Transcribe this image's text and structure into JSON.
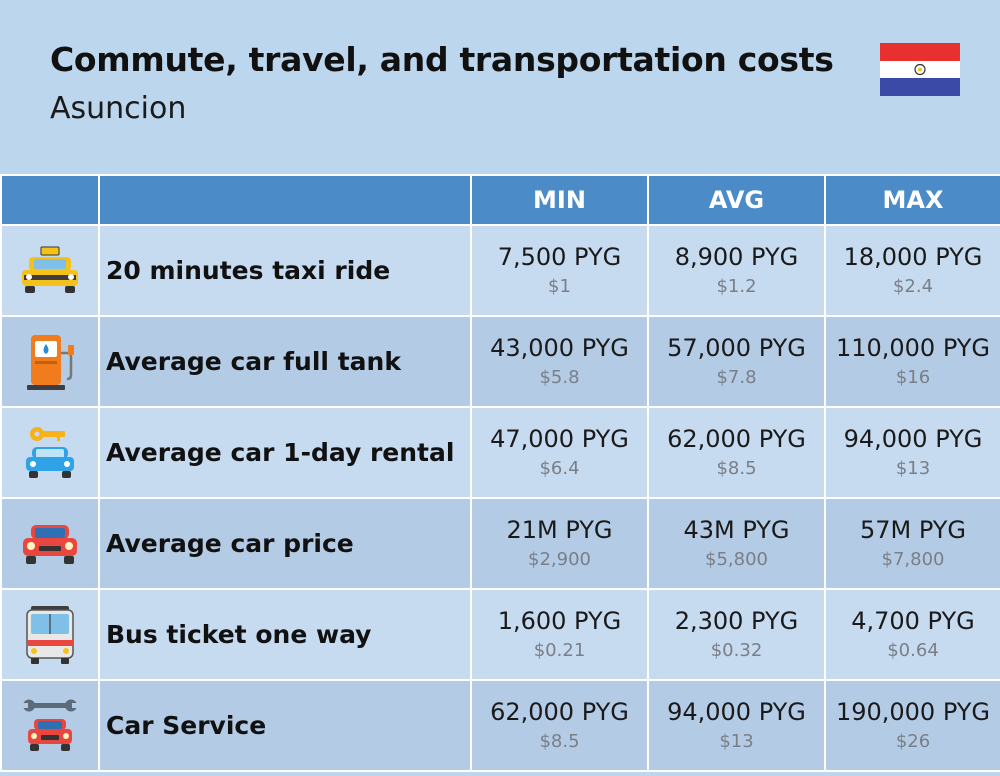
{
  "header": {
    "title": "Commute, travel, and transportation costs",
    "subtitle": "Asuncion",
    "flag_icon": "paraguay-flag-icon"
  },
  "columns": [
    "MIN",
    "AVG",
    "MAX"
  ],
  "colors": {
    "header_blue": "#4a8bc8",
    "row_light": "#c6daf0",
    "row_dark": "#b4cbe6",
    "background": "#bcd6ee"
  },
  "rows": [
    {
      "label": "20 minutes taxi ride",
      "icon": "taxi-icon",
      "min": {
        "pyg": "7,500 PYG",
        "usd": "$1"
      },
      "avg": {
        "pyg": "8,900 PYG",
        "usd": "$1.2"
      },
      "max": {
        "pyg": "18,000 PYG",
        "usd": "$2.4"
      }
    },
    {
      "label": "Average car full tank",
      "icon": "fuel-pump-icon",
      "min": {
        "pyg": "43,000 PYG",
        "usd": "$5.8"
      },
      "avg": {
        "pyg": "57,000 PYG",
        "usd": "$7.8"
      },
      "max": {
        "pyg": "110,000 PYG",
        "usd": "$16"
      }
    },
    {
      "label": "Average car 1-day rental",
      "icon": "car-rental-key-icon",
      "min": {
        "pyg": "47,000 PYG",
        "usd": "$6.4"
      },
      "avg": {
        "pyg": "62,000 PYG",
        "usd": "$8.5"
      },
      "max": {
        "pyg": "94,000 PYG",
        "usd": "$13"
      }
    },
    {
      "label": "Average car price",
      "icon": "red-car-icon",
      "min": {
        "pyg": "21M PYG",
        "usd": "$2,900"
      },
      "avg": {
        "pyg": "43M PYG",
        "usd": "$5,800"
      },
      "max": {
        "pyg": "57M PYG",
        "usd": "$7,800"
      }
    },
    {
      "label": "Bus ticket one way",
      "icon": "bus-icon",
      "min": {
        "pyg": "1,600 PYG",
        "usd": "$0.21"
      },
      "avg": {
        "pyg": "2,300 PYG",
        "usd": "$0.32"
      },
      "max": {
        "pyg": "4,700 PYG",
        "usd": "$0.64"
      }
    },
    {
      "label": "Car Service",
      "icon": "wrench-car-icon",
      "min": {
        "pyg": "62,000 PYG",
        "usd": "$8.5"
      },
      "avg": {
        "pyg": "94,000 PYG",
        "usd": "$13"
      },
      "max": {
        "pyg": "190,000 PYG",
        "usd": "$26"
      }
    }
  ]
}
